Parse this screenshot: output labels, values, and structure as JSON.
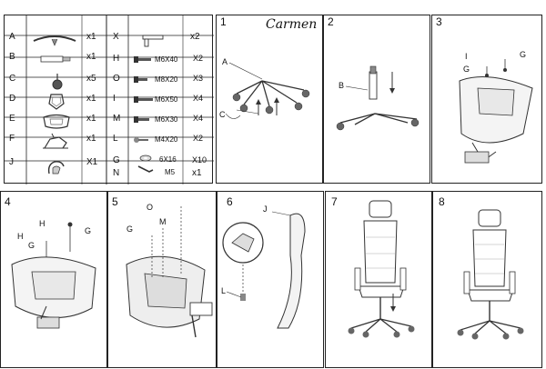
{
  "brand": "Carmen",
  "parts_left": [
    {
      "letter": "A",
      "qty": "x1",
      "icon": "base-icon"
    },
    {
      "letter": "B",
      "qty": "x1",
      "icon": "gas-lift-icon"
    },
    {
      "letter": "C",
      "qty": "x5",
      "icon": "caster-icon"
    },
    {
      "letter": "D",
      "qty": "x1",
      "icon": "backrest-frame-icon"
    },
    {
      "letter": "E",
      "qty": "x1",
      "icon": "seat-frame-icon"
    },
    {
      "letter": "F",
      "qty": "x1",
      "icon": "mechanism-icon"
    },
    {
      "letter": "J",
      "qty": "X1",
      "icon": "headrest-bracket-icon"
    }
  ],
  "parts_right": [
    {
      "letter": "X",
      "size": "",
      "qty": "x2",
      "icon": "armrest-bracket-icon"
    },
    {
      "letter": "H",
      "size": "M6X40",
      "qty": "X2",
      "icon": "bolt-icon"
    },
    {
      "letter": "O",
      "size": "M8X20",
      "qty": "X3",
      "icon": "bolt-icon"
    },
    {
      "letter": "I",
      "size": "M6X50",
      "qty": "X4",
      "icon": "bolt-icon"
    },
    {
      "letter": "M",
      "size": "M6X30",
      "qty": "X4",
      "icon": "bolt-icon"
    },
    {
      "letter": "L",
      "size": "M4X20",
      "qty": "X2",
      "icon": "screw-icon"
    },
    {
      "letter": "G",
      "size": "6X16",
      "qty": "X10",
      "icon": "washer-icon"
    },
    {
      "letter": "N",
      "size": "M5",
      "qty": "x1",
      "icon": "allen-key-icon"
    }
  ],
  "steps": [
    {
      "num": "1",
      "labels": [
        "A",
        "C"
      ]
    },
    {
      "num": "2",
      "labels": [
        "B"
      ]
    },
    {
      "num": "3",
      "labels": [
        "I",
        "G",
        "G"
      ]
    },
    {
      "num": "4",
      "labels": [
        "H",
        "G",
        "H",
        "G"
      ]
    },
    {
      "num": "5",
      "labels": [
        "O",
        "G",
        "M"
      ]
    },
    {
      "num": "6",
      "labels": [
        "J",
        "L"
      ]
    },
    {
      "num": "7",
      "labels": []
    },
    {
      "num": "8",
      "labels": []
    }
  ]
}
